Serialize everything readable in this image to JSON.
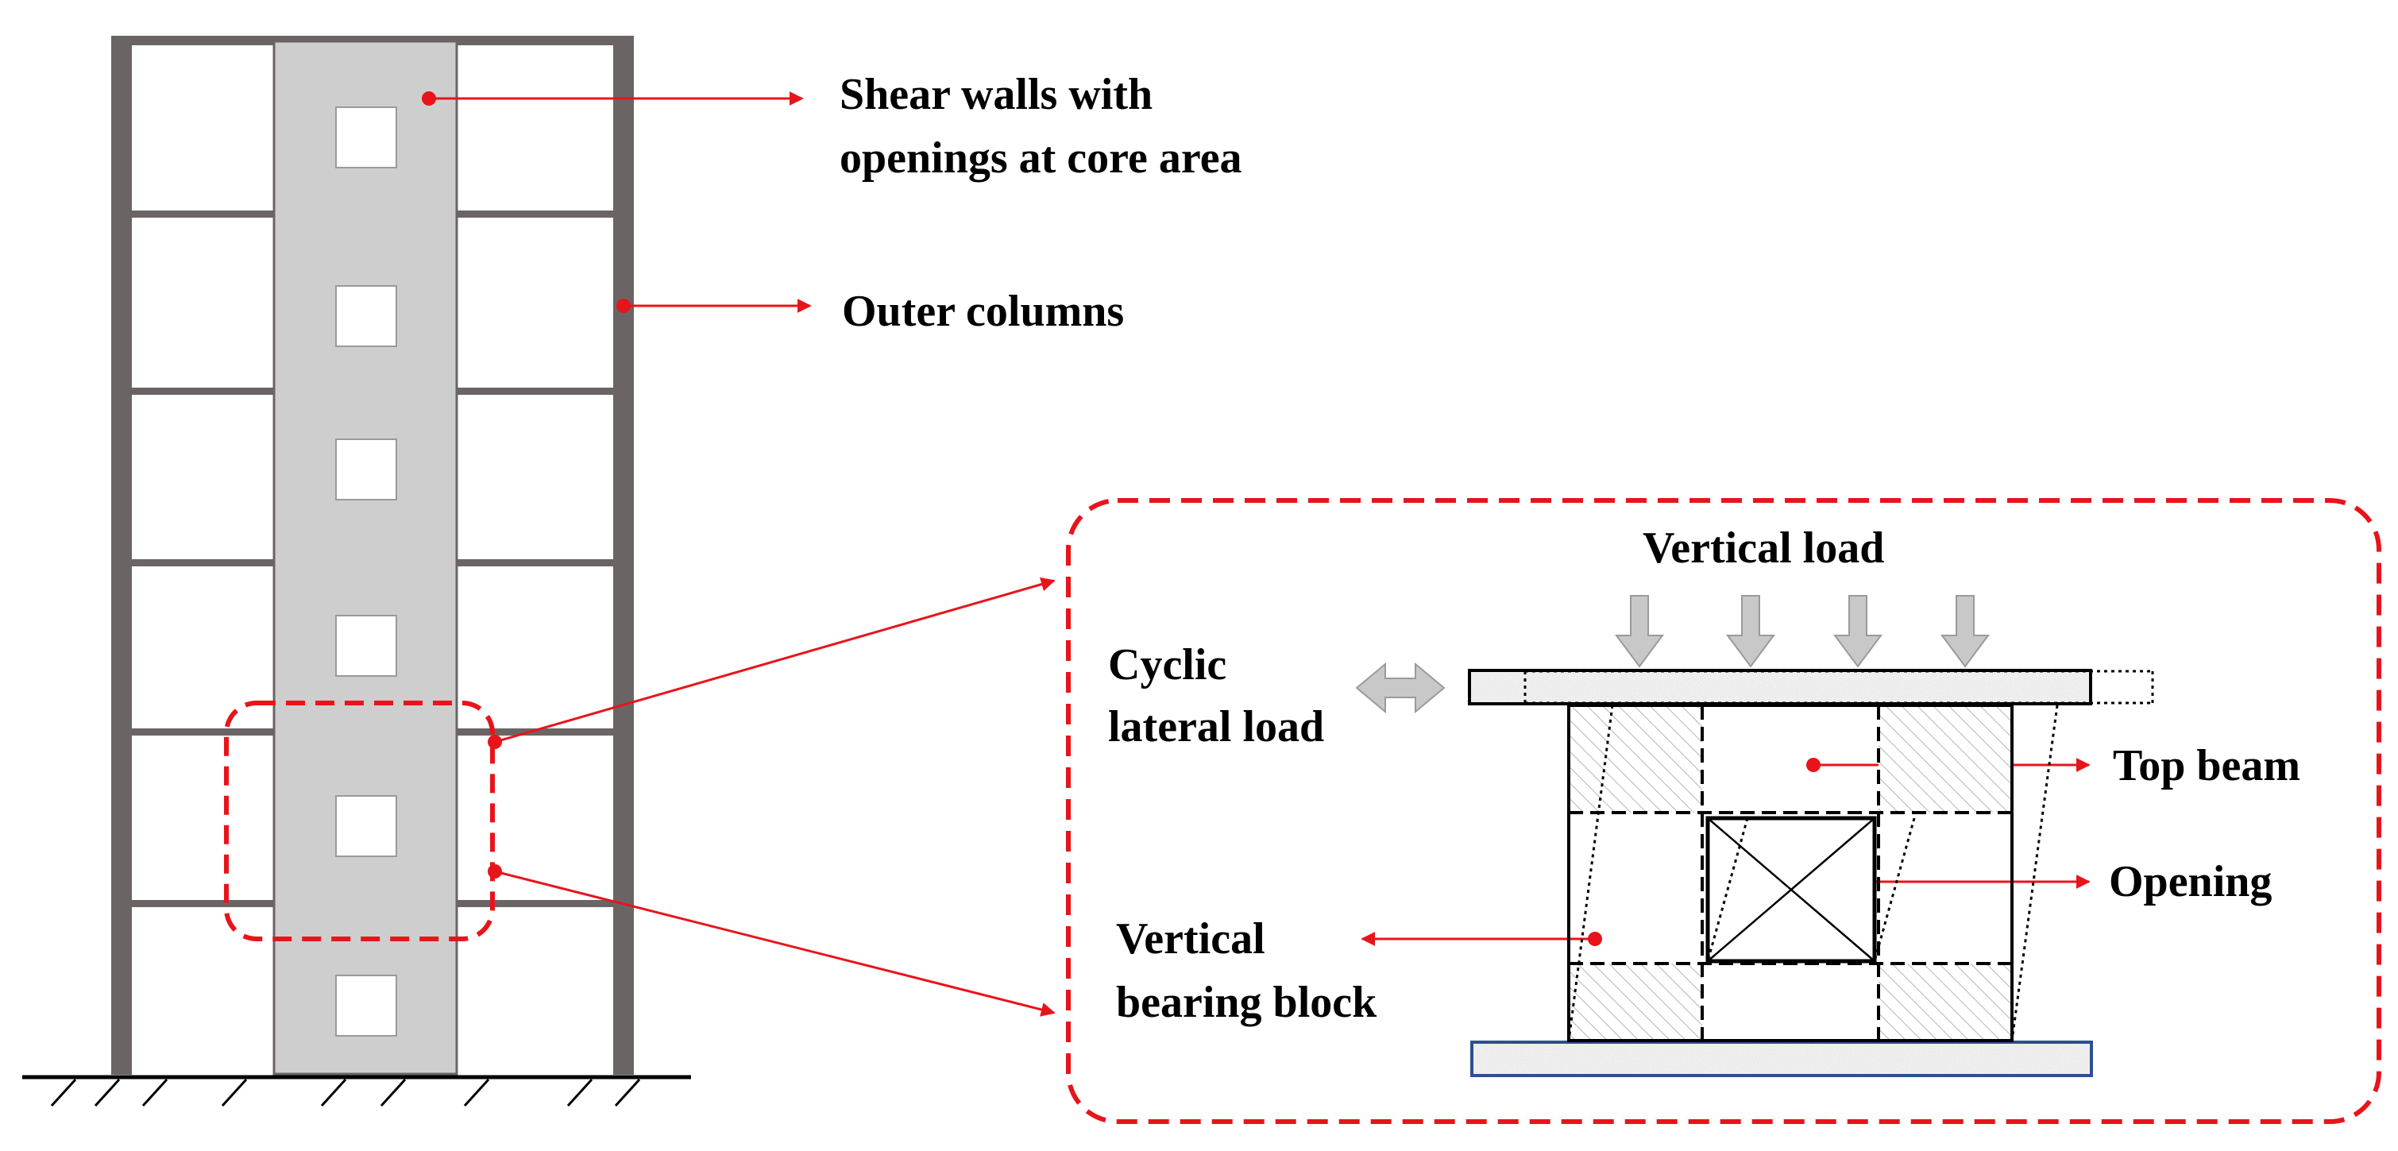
{
  "labels": {
    "shear_walls_line1": "Shear walls with",
    "shear_walls_line2": "openings at core area",
    "outer_columns": "Outer columns",
    "vertical_load": "Vertical load",
    "cyclic_line1": "Cyclic",
    "cyclic_line2": "lateral load",
    "top_beam": "Top beam",
    "opening": "Opening",
    "bearing_line1": "Vertical",
    "bearing_line2": "bearing block"
  },
  "colors": {
    "frame": "#6b6464",
    "annotation": "#e8141b",
    "load_arrow": "#c8c8c8",
    "base_outline": "#2f4f8f",
    "hatch": "#b5b5b5"
  }
}
